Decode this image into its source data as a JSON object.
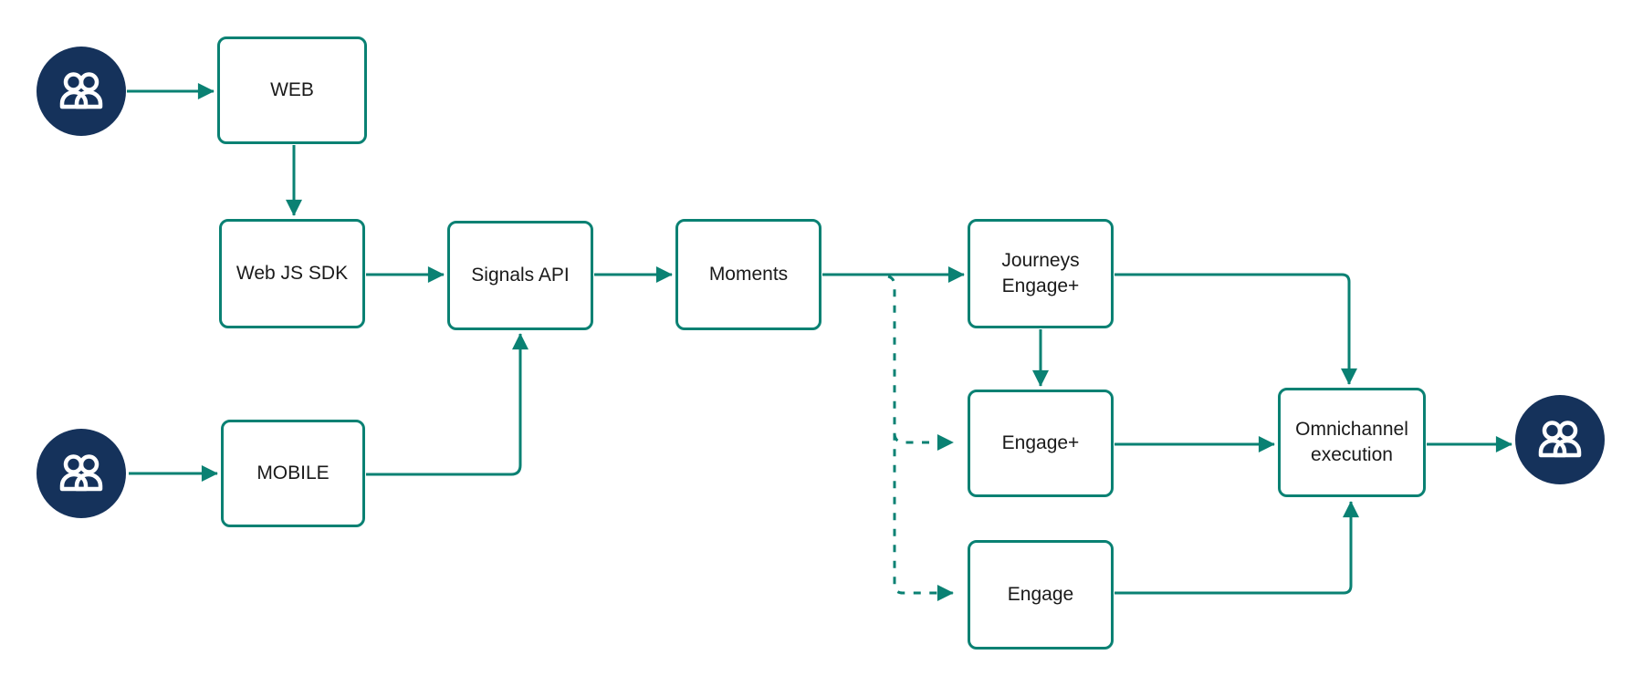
{
  "nodes": {
    "web": {
      "label": "WEB"
    },
    "web_js_sdk": {
      "label": "Web JS SDK"
    },
    "signals_api": {
      "label": "Signals API"
    },
    "moments": {
      "label": "Moments"
    },
    "journeys_engage": {
      "label": "Journeys Engage+"
    },
    "engage_plus": {
      "label": "Engage+"
    },
    "engage": {
      "label": "Engage"
    },
    "omnichannel": {
      "label": "Omnichannel execution"
    },
    "mobile": {
      "label": "MOBILE"
    }
  },
  "actors": {
    "web_users": {
      "icon": "users-icon"
    },
    "mobile_users": {
      "icon": "users-icon"
    },
    "recipients": {
      "icon": "users-icon"
    }
  },
  "edges": [
    {
      "from": "web_users",
      "to": "web",
      "style": "solid"
    },
    {
      "from": "web",
      "to": "web_js_sdk",
      "style": "solid"
    },
    {
      "from": "web_js_sdk",
      "to": "signals_api",
      "style": "solid"
    },
    {
      "from": "mobile_users",
      "to": "mobile",
      "style": "solid"
    },
    {
      "from": "mobile",
      "to": "signals_api",
      "style": "solid"
    },
    {
      "from": "signals_api",
      "to": "moments",
      "style": "solid"
    },
    {
      "from": "moments",
      "to": "journeys_engage",
      "style": "solid"
    },
    {
      "from": "moments",
      "to": "engage_plus",
      "style": "dashed"
    },
    {
      "from": "moments",
      "to": "engage",
      "style": "dashed"
    },
    {
      "from": "journeys_engage",
      "to": "engage_plus",
      "style": "solid"
    },
    {
      "from": "journeys_engage",
      "to": "omnichannel",
      "style": "solid"
    },
    {
      "from": "engage_plus",
      "to": "omnichannel",
      "style": "solid"
    },
    {
      "from": "engage",
      "to": "omnichannel",
      "style": "solid"
    },
    {
      "from": "omnichannel",
      "to": "recipients",
      "style": "solid"
    }
  ],
  "colors": {
    "accent": "#0A8173",
    "actor_fill": "#15325B",
    "icon": "#FFFFFF",
    "text": "#1A1A1A",
    "background": "#FFFFFF"
  }
}
